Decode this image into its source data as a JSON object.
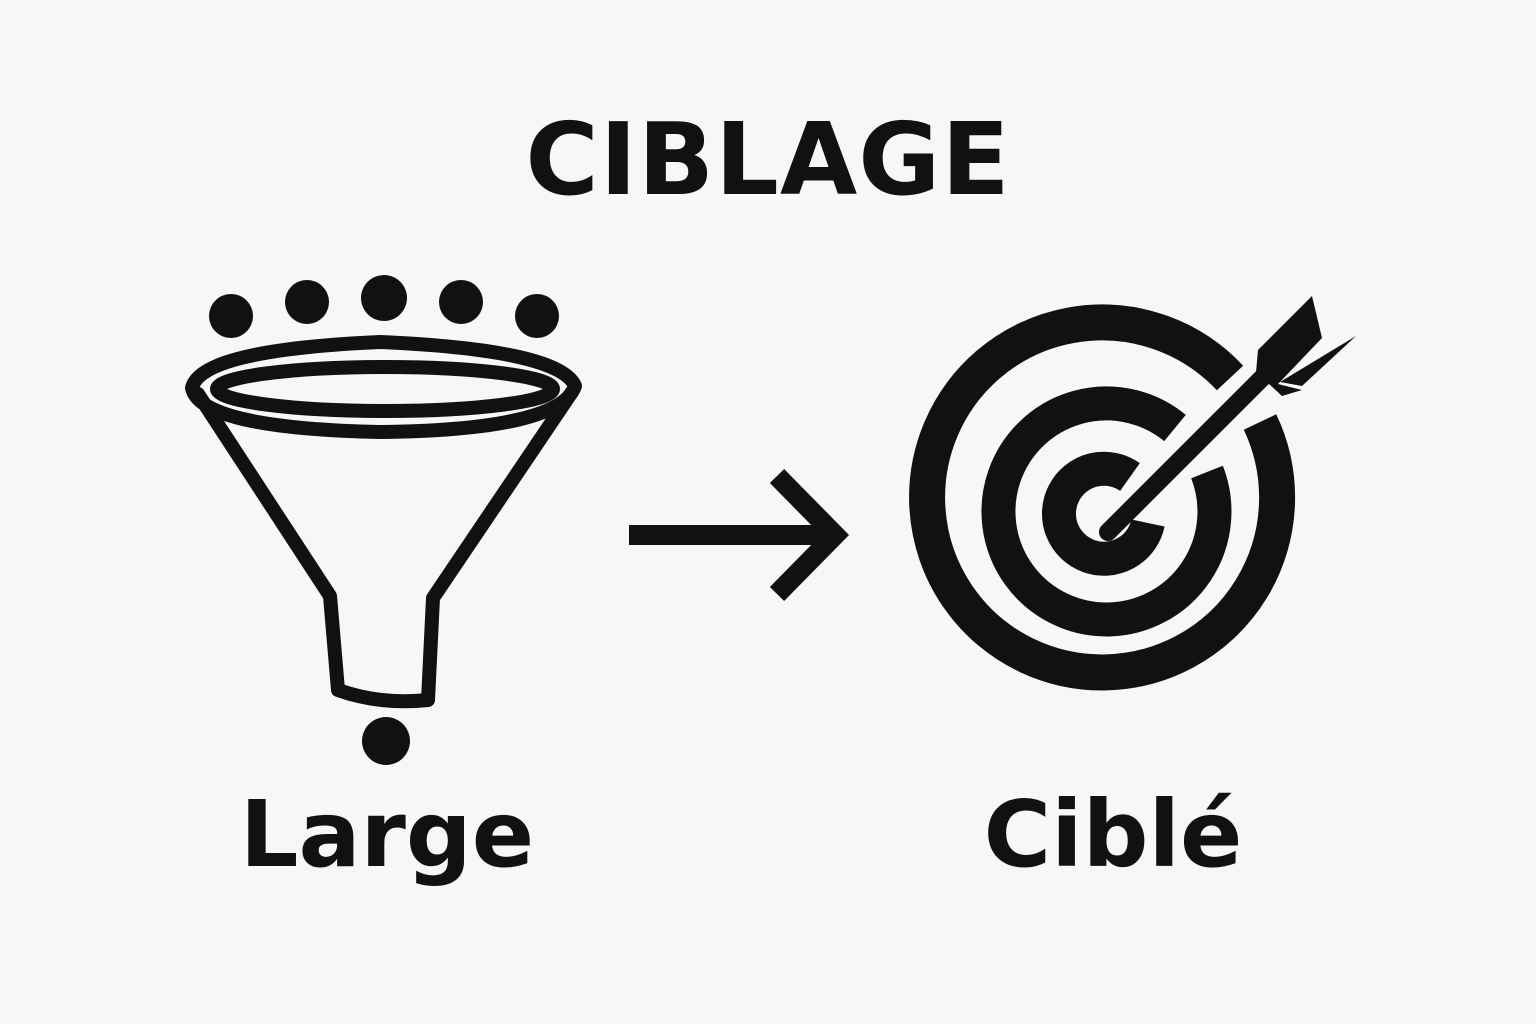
{
  "diagram": {
    "title": "CIBLAGE",
    "left_label": "Large",
    "right_label": "Ciblé"
  },
  "icons": {
    "left": "funnel-icon",
    "center": "arrow-right-icon",
    "right": "target-with-arrow-icon"
  },
  "colors": {
    "ink": "#111111",
    "background": "#f7f7f7"
  }
}
